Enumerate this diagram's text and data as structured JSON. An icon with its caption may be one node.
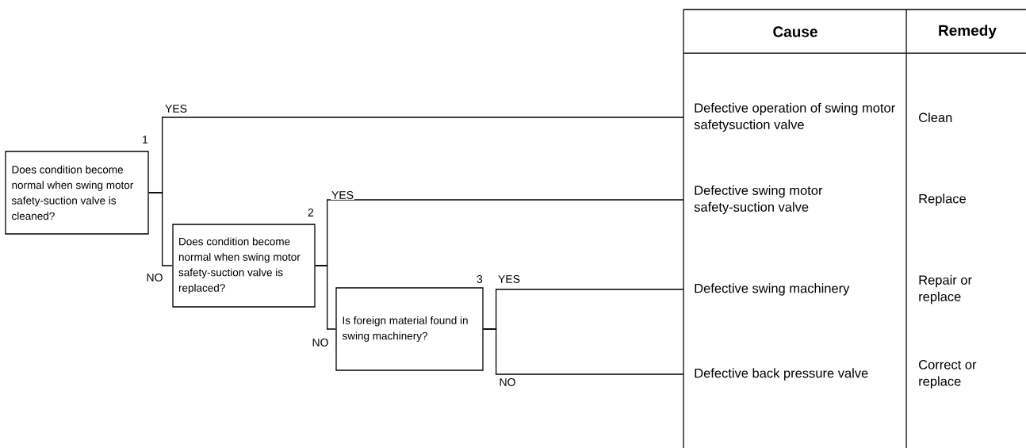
{
  "diagram": {
    "nodes": [
      {
        "text": [
          "Does condition become normal when swing motor safety-suction valve is cleaned?"
        ],
        "beside": [
          "1"
        ]
      },
      {
        "text": [
          "Does condition become normal when swing motor safety-suction valve is replaced?"
        ],
        "beside": [
          "2"
        ]
      },
      {
        "text": [
          "Is foreign material found in swing machinery?"
        ],
        "beside": [
          "3"
        ]
      },
      {
        "text": [
          "Defective operation of swing motor safetysuction valve"
        ]
      },
      {
        "text": [
          "Defective swing motor safety-suction valve"
        ]
      },
      {
        "text": [
          "Defective swing machinery"
        ]
      },
      {
        "text": [
          "Defective back pressure valve"
        ]
      }
    ],
    "edges": [
      {
        "from": 0,
        "to": 3,
        "arrow": "none",
        "label": "YES"
      },
      {
        "from": 0,
        "to": 1,
        "arrow": "none",
        "label": "NO"
      },
      {
        "from": 1,
        "to": 4,
        "arrow": "none",
        "label": "YES"
      },
      {
        "from": 1,
        "to": 2,
        "arrow": "none",
        "label": "NO"
      },
      {
        "from": 2,
        "to": 5,
        "arrow": "none",
        "label": "YES"
      },
      {
        "from": 2,
        "to": 6,
        "arrow": "none",
        "label": "NO"
      }
    ],
    "labels": [
      "Cause",
      "Remedy",
      "Clean",
      "Replace",
      "Repair or replace",
      "Correct or replace"
    ]
  }
}
